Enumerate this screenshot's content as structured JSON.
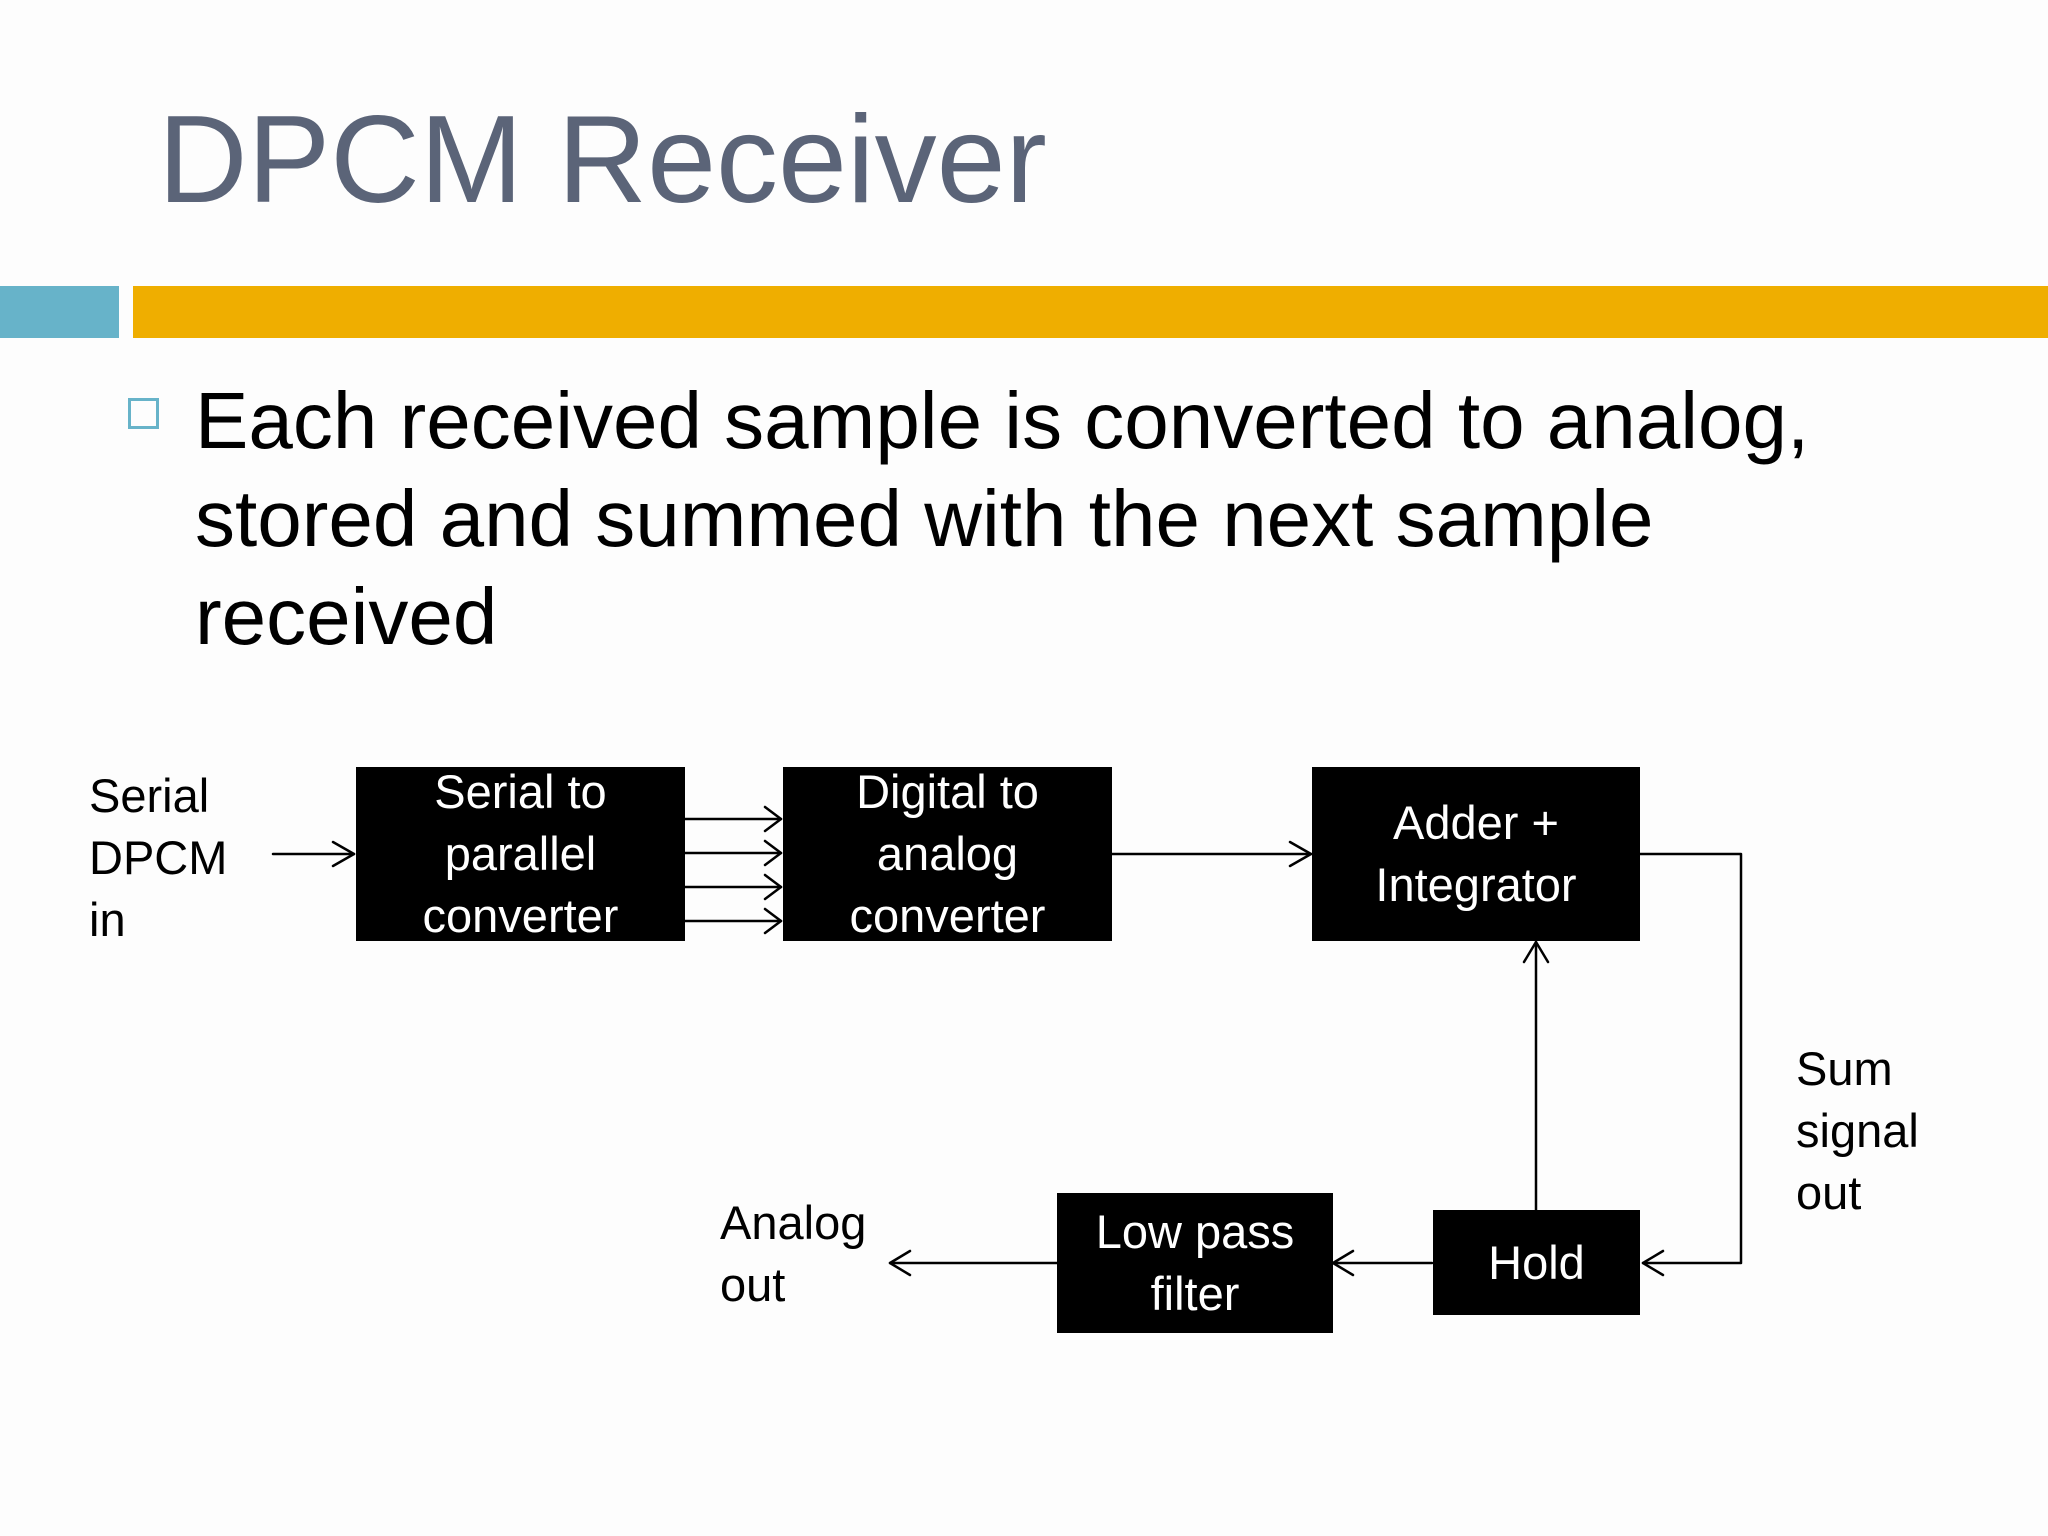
{
  "slide": {
    "title": "DPCM Receiver",
    "bullet_lines": [
      "Each received sample is converted to analog,",
      "stored and summed with the next sample",
      "received"
    ]
  },
  "diagram": {
    "blocks": {
      "serial_to_parallel": [
        "Serial to",
        "parallel",
        "converter"
      ],
      "dac": [
        "Digital to",
        "analog",
        "converter"
      ],
      "adder_integrator": [
        "Adder +",
        "Integrator"
      ],
      "low_pass_filter": [
        "Low pass",
        "filter"
      ],
      "hold": [
        "Hold"
      ]
    },
    "labels": {
      "input": [
        "Serial",
        "DPCM",
        "in"
      ],
      "sum_out": [
        "Sum",
        "signal",
        "out"
      ],
      "analog_out": [
        "Analog",
        "out"
      ]
    }
  },
  "colors": {
    "title": "#5b6478",
    "accent_teal": "#67b3c9",
    "accent_gold": "#efae00",
    "block_fill": "#000000",
    "block_text": "#ffffff"
  }
}
